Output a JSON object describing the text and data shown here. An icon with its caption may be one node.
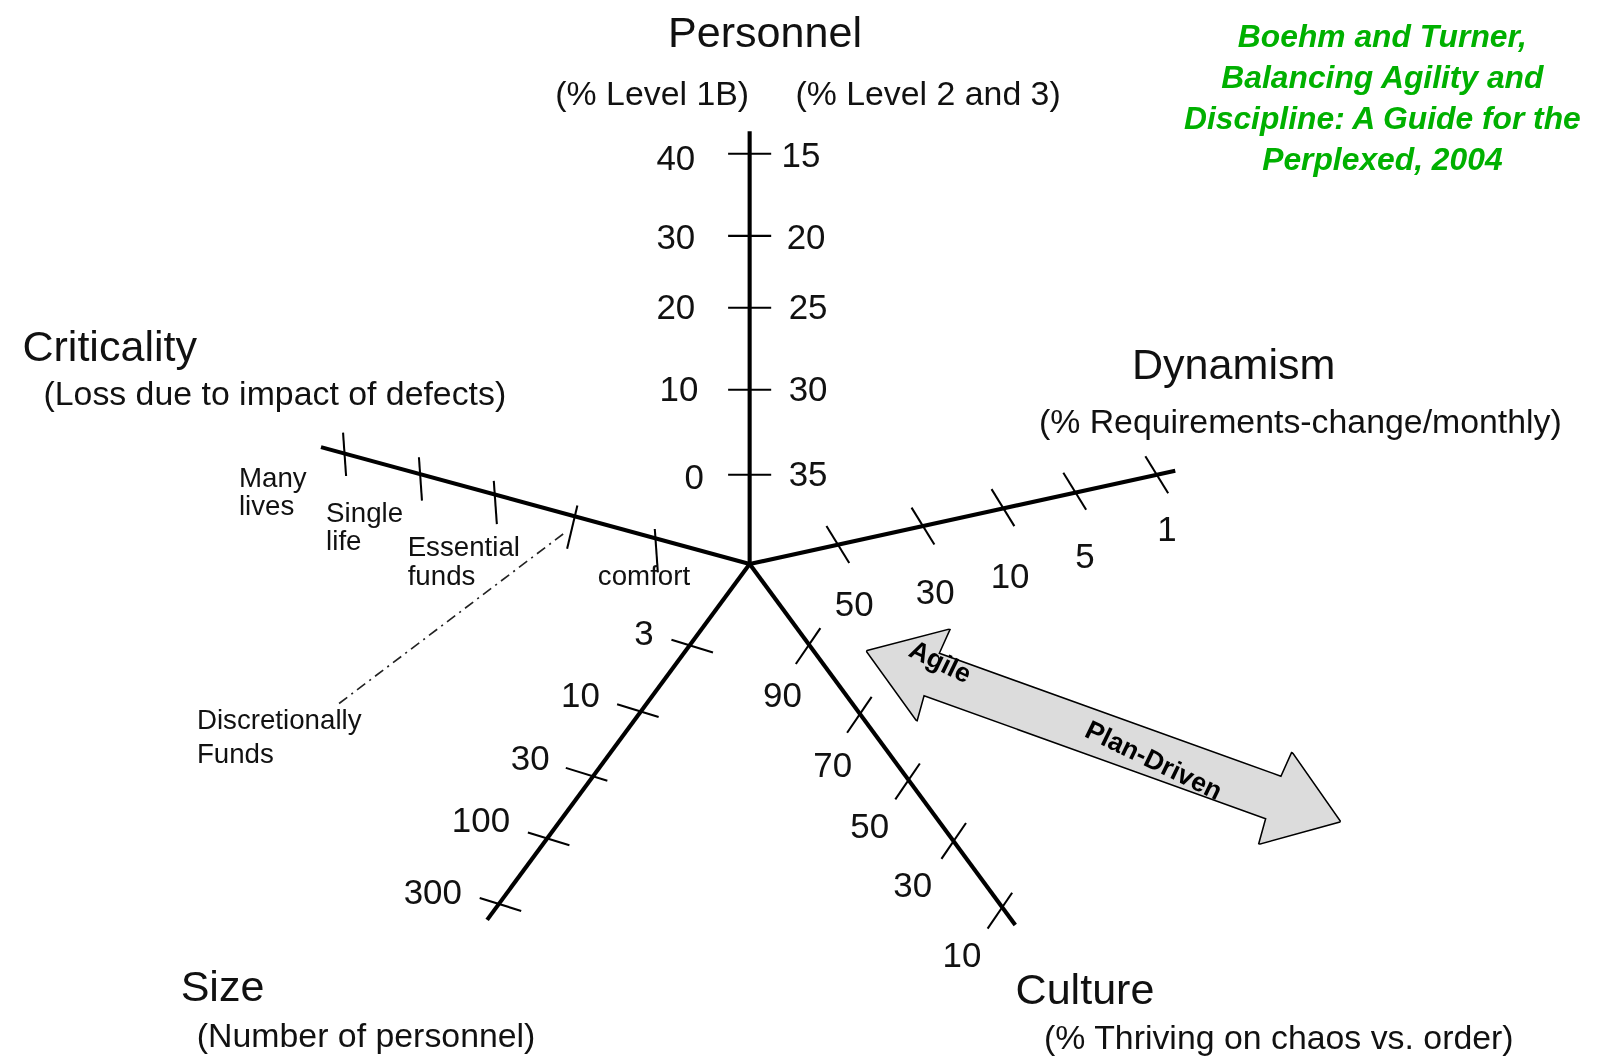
{
  "diagram": {
    "nodes": [
      {
        "text": [],
        "shape": "bar"
      },
      {
        "text": [
          "Agile",
          "Plan-Driven"
        ]
      },
      {
        "text": [
          "Discretionally Funds"
        ]
      }
    ],
    "edges": [
      {
        "from": 2,
        "to": 0,
        "arrow": "none",
        "style": "dashed"
      }
    ],
    "labels": [
      "Personnel",
      "Boehm and Turner, *Balancing Agility and Discipline: A Guide for the Perplexed*, 2004",
      "(% Level 1B)",
      "(% Level 2 and 3)",
      "40",
      "15",
      "30",
      "20",
      "20",
      "25",
      "10",
      "30",
      "Criticality",
      "(Loss due to impact of defects)",
      "Dynamism",
      "(% Requirements-change/monthly)",
      "0",
      "35",
      "Many lives",
      "Single life",
      "Essential funds",
      "1",
      "5",
      "comfort",
      "10",
      "30",
      "50",
      "3",
      "10",
      "90",
      "30",
      "70",
      "100",
      "50",
      "300",
      "30",
      "10",
      "Size",
      "Culture",
      "(Number of personnel)",
      "(% Thriving on chaos vs. order)"
    ]
  }
}
